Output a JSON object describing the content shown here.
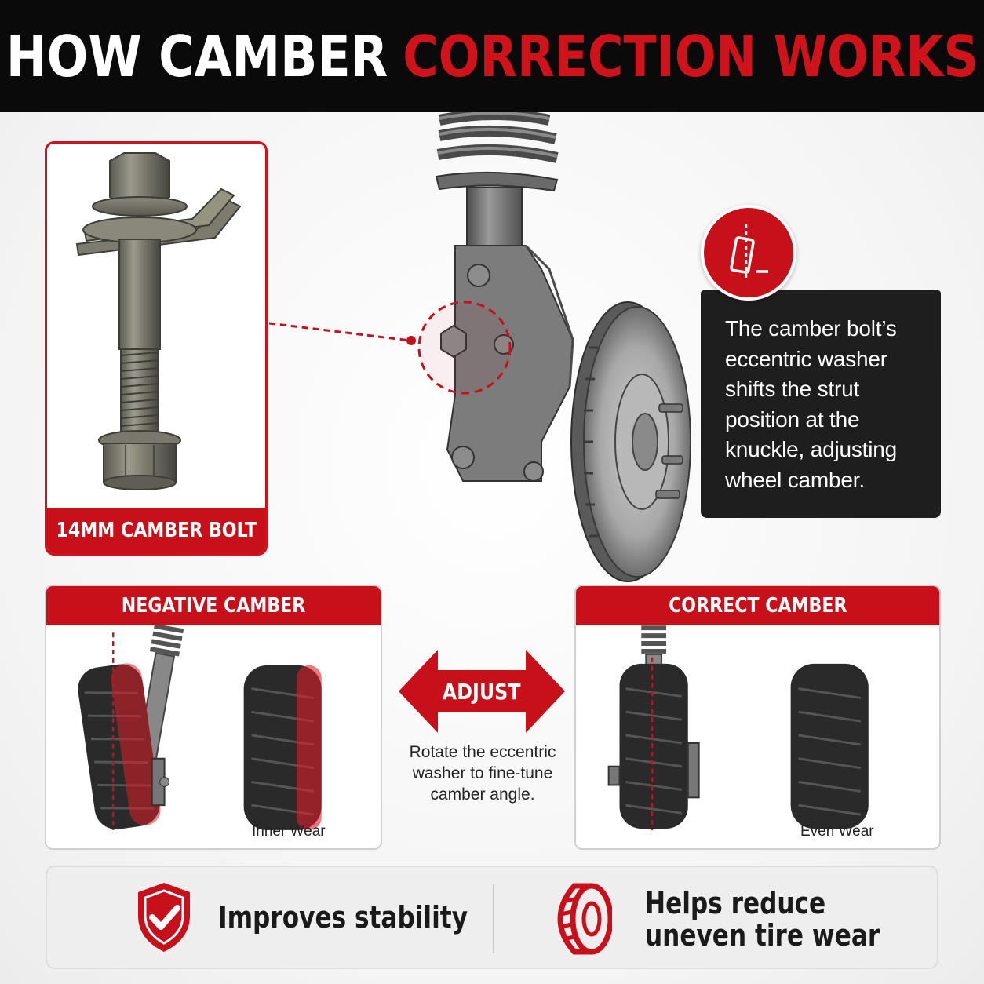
{
  "banner": {
    "title_white": "HOW CAMBER",
    "title_red": "CORRECTION WORKS"
  },
  "colors": {
    "brand_red": "#c8101a",
    "dark": "#1e1e1e",
    "banner_bg": "#0a0a0a"
  },
  "bolt_card": {
    "label": "14MM CAMBER BOLT"
  },
  "info": {
    "icon": "camber-angle-icon",
    "text": "The camber bolt’s eccentric washer shifts the strut position at the knuckle, adjusting wheel camber."
  },
  "negative": {
    "title": "NEGATIVE CAMBER",
    "wear_label": "Inner Wear"
  },
  "correct": {
    "title": "CORRECT CAMBER",
    "wear_label": "Even Wear"
  },
  "adjust": {
    "label": "ADJUST",
    "desc": "Rotate the eccentric washer to fine-tune camber angle."
  },
  "benefits": {
    "stability": {
      "icon": "shield-check-icon",
      "text": "Improves stability"
    },
    "tire_wear": {
      "icon": "tire-icon",
      "line1": "Helps reduce",
      "line2": "uneven tire wear"
    }
  }
}
